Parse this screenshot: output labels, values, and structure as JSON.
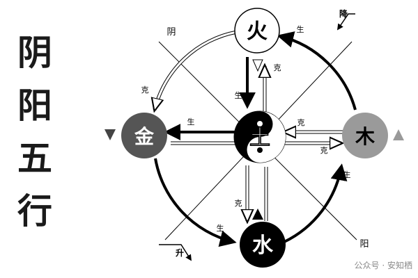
{
  "title_chars": [
    "阴",
    "阳",
    "五",
    "行"
  ],
  "elements": {
    "fire": "火",
    "earth": "土",
    "metal": "金",
    "wood": "木",
    "water": "水"
  },
  "labels": {
    "sheng": "生",
    "ke": "克",
    "yin": "阴",
    "yang": "阳",
    "sheng_up": "升",
    "jiang_down": "降"
  },
  "watermark": "公众号 · 安知栖",
  "colors": {
    "fire": "#ffffff",
    "earth": "#000000",
    "metal": "#555555",
    "wood": "#9a9a9a",
    "water": "#000000",
    "line": "#000000"
  }
}
